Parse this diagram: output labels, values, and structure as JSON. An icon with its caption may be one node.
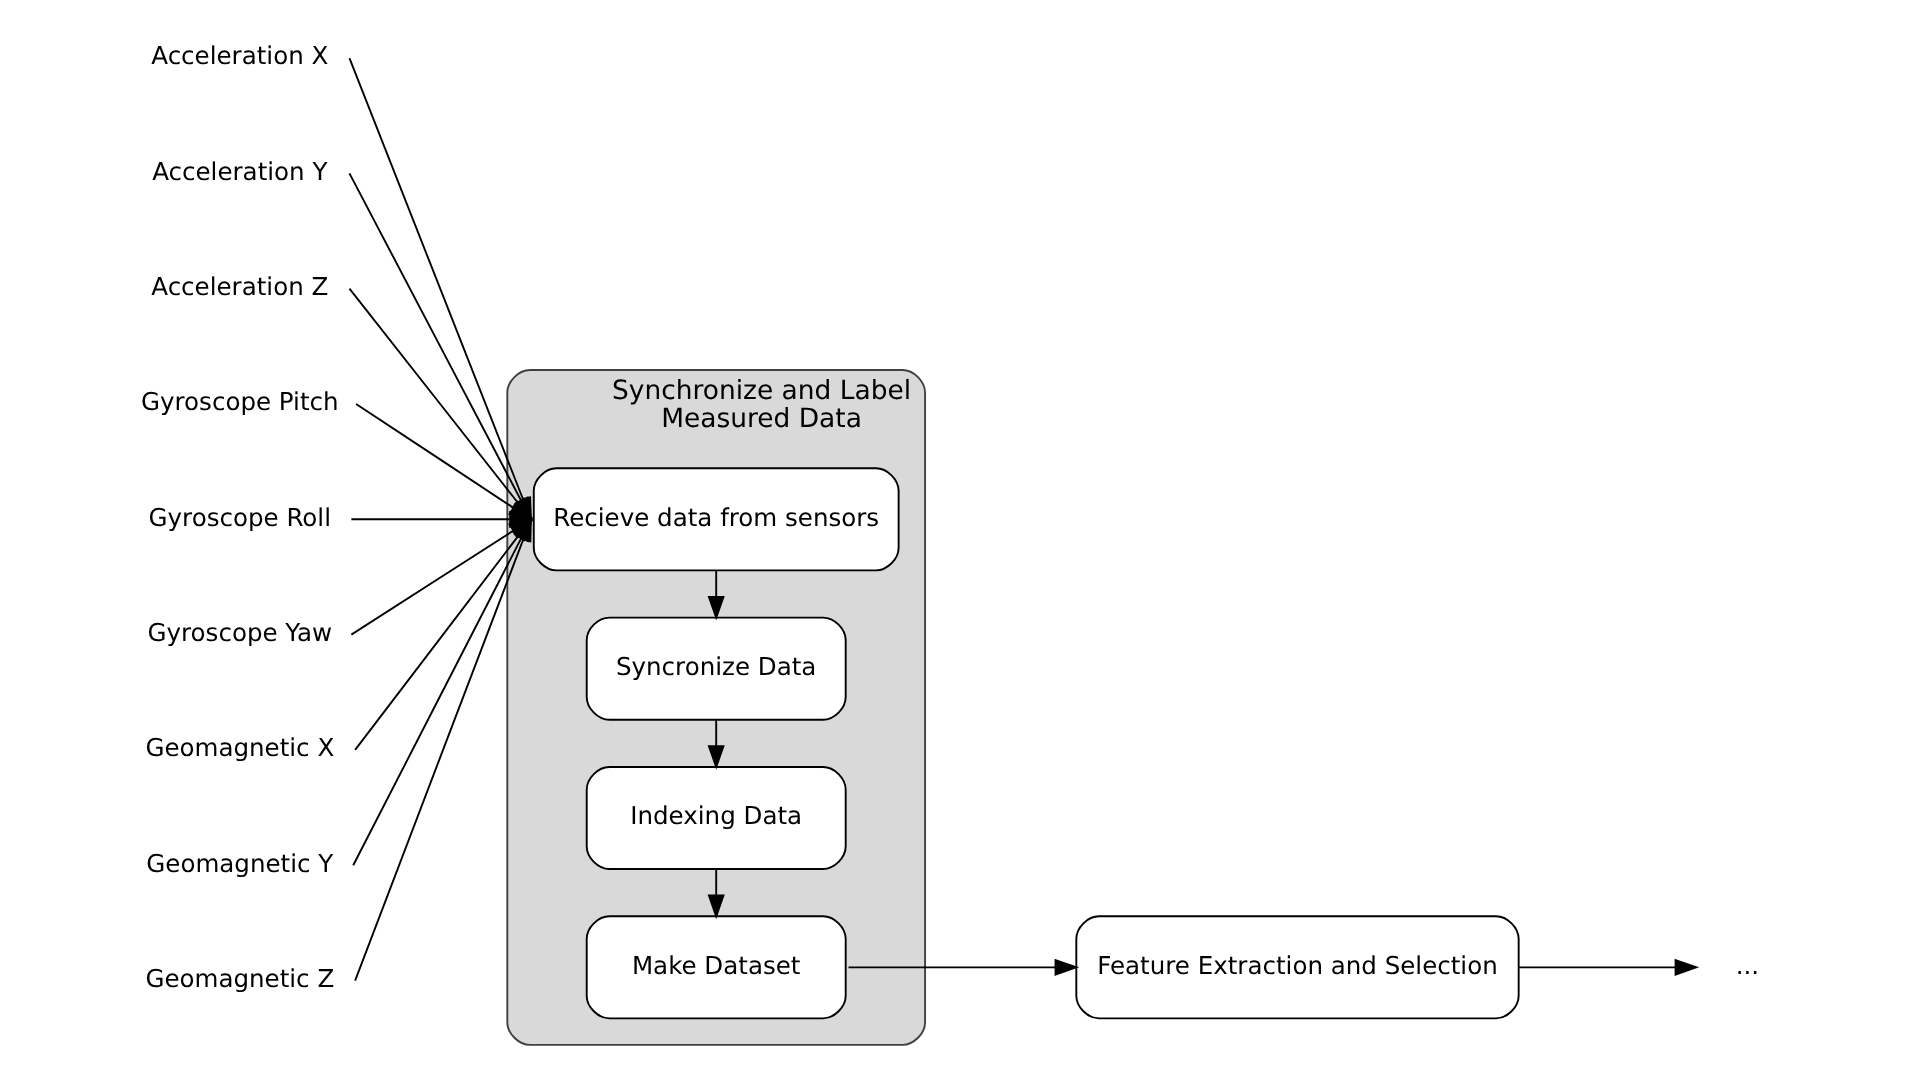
{
  "diagram": {
    "nodes": [
      {
        "text": [
          "Acceleration X"
        ]
      },
      {
        "text": [
          "Acceleration Y"
        ]
      },
      {
        "text": [
          "Acceleration Z"
        ]
      },
      {
        "text": [
          "Gyroscope Pitch"
        ]
      },
      {
        "text": [
          "Gyroscope Roll"
        ]
      },
      {
        "text": [
          "Gyroscope Yaw"
        ]
      },
      {
        "text": [
          "Geomagnetic X"
        ]
      },
      {
        "text": [
          "Geomagnetic Y"
        ]
      },
      {
        "text": [
          "Geomagnetic Z"
        ]
      },
      {
        "text": [
          "Synchronize and Label Measured Data"
        ]
      },
      {
        "text": [
          "Recieve data from sensors"
        ],
        "in": 9
      },
      {
        "text": [
          "Syncronize Data"
        ],
        "in": 9
      },
      {
        "text": [
          "Indexing Data"
        ],
        "in": 9
      },
      {
        "text": [
          "Make Dataset"
        ],
        "in": 9
      },
      {
        "text": [
          "Feature Extraction and Selection"
        ]
      },
      {
        "text": [
          "..."
        ]
      }
    ],
    "edges": [
      {
        "from": 0,
        "to": 10,
        "arrow": "to"
      },
      {
        "from": 1,
        "to": 10,
        "arrow": "to"
      },
      {
        "from": 2,
        "to": 10,
        "arrow": "to"
      },
      {
        "from": 3,
        "to": 10,
        "arrow": "to"
      },
      {
        "from": 4,
        "to": 10,
        "arrow": "to"
      },
      {
        "from": 5,
        "to": 10,
        "arrow": "to"
      },
      {
        "from": 6,
        "to": 10,
        "arrow": "to"
      },
      {
        "from": 7,
        "to": 10,
        "arrow": "to"
      },
      {
        "from": 8,
        "to": 10,
        "arrow": "to"
      },
      {
        "from": 10,
        "to": 11,
        "arrow": "to"
      },
      {
        "from": 11,
        "to": 12,
        "arrow": "to"
      },
      {
        "from": 12,
        "to": 13,
        "arrow": "to"
      },
      {
        "from": 13,
        "to": 14,
        "arrow": "to"
      },
      {
        "from": 14,
        "to": 15,
        "arrow": "to"
      }
    ]
  }
}
